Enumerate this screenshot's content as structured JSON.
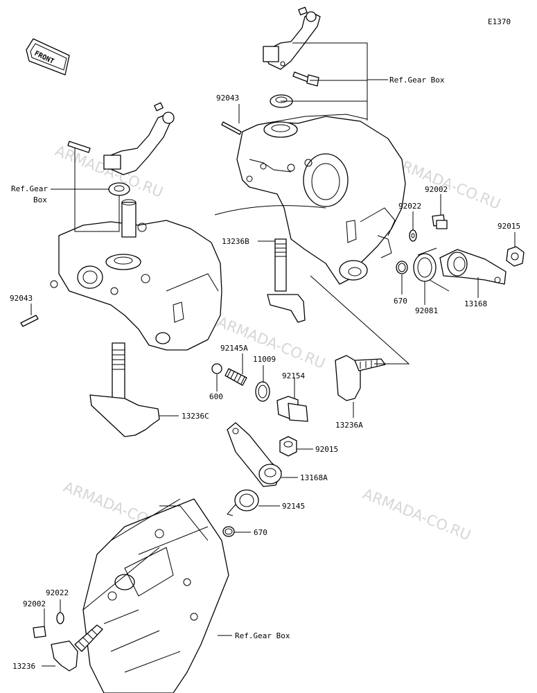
{
  "diagram_code": "E1370",
  "front_badge": "FRONT",
  "watermark": "ARMADA-CO.RU",
  "labels": {
    "ref_gear_box_top": "Ref.Gear Box",
    "ref_gear_left_line1": "Ref.Gear",
    "ref_gear_left_line2": "Box",
    "ref_gear_box_bottom": "Ref.Gear Box",
    "p92043_top": "92043",
    "p92043_left": "92043",
    "p13236B": "13236B",
    "p92002_right": "92002",
    "p92022_right": "92022",
    "p92015_right": "92015",
    "p670_right": "670",
    "p92081": "92081",
    "p13168": "13168",
    "p92145A": "92145A",
    "p11009": "11009",
    "p92154": "92154",
    "p600": "600",
    "p13236C": "13236C",
    "p13236A": "13236A",
    "p92015_mid": "92015",
    "p13168A": "13168A",
    "p92145": "92145",
    "p670_mid": "670",
    "p92022_bottom": "92022",
    "p92002_bottom": "92002",
    "p13236": "13236"
  }
}
